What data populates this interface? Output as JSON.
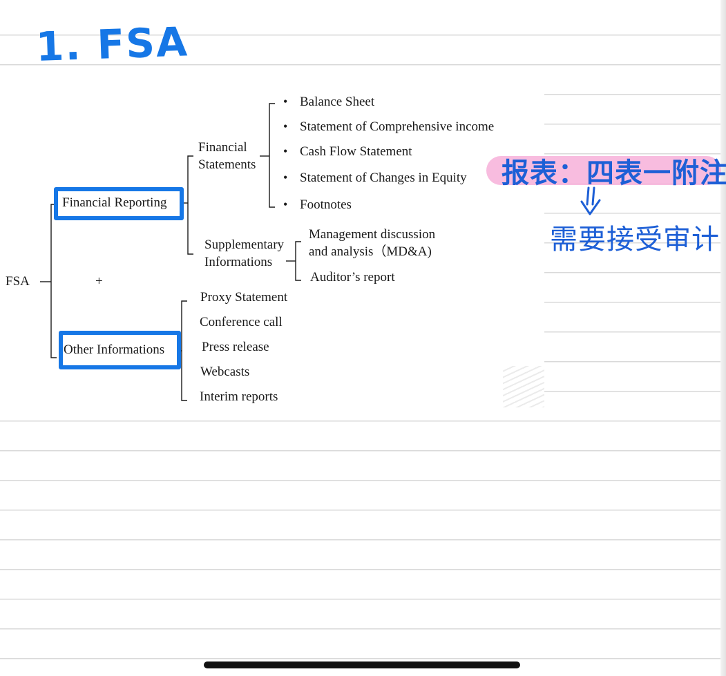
{
  "note": {
    "title": "1. FSA",
    "annotation_line1": "报表：四表一附注",
    "annotation_line2": "需要接受审计"
  },
  "diagram": {
    "root": "FSA",
    "plus": "+",
    "financial_reporting": {
      "label": "Financial Reporting",
      "financial_statements_line1": "Financial",
      "financial_statements_line2": "Statements",
      "statements": [
        "Balance Sheet",
        "Statement of Comprehensive income",
        "Cash Flow Statement",
        "Statement of Changes in Equity",
        "Footnotes"
      ],
      "supplementary_line1": "Supplementary",
      "supplementary_line2": "Informations",
      "supplementary_items": [
        {
          "line1": "Management discussion",
          "line2": "and analysis（MD&A)"
        },
        {
          "line1": "Auditor’s report"
        }
      ]
    },
    "other_informations": {
      "label": "Other Informations",
      "items": [
        "Proxy Statement",
        "Conference call",
        "Press release",
        "Webcasts",
        "Interim reports"
      ]
    }
  },
  "colors": {
    "highlight_box": "#1677e6",
    "handwriting": "#1d5fd6",
    "marker_pink": "#f7b5db"
  }
}
